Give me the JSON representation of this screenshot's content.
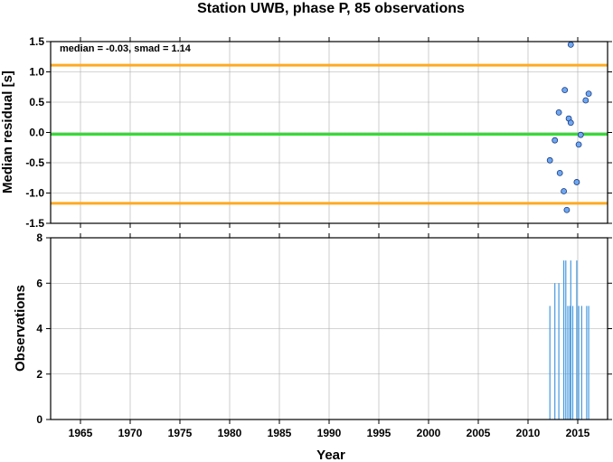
{
  "chart_data": [
    {
      "type": "scatter",
      "title": "Station UWB, phase P, 85 observations",
      "ylabel": "Median residual [s]",
      "xlim": [
        1962,
        2018
      ],
      "ylim": [
        -1.5,
        1.5
      ],
      "yticks": [
        "1.5",
        "1.0",
        "0.5",
        "0.0",
        "-0.5",
        "-1.0",
        "-1.5"
      ],
      "ytick_values": [
        1.5,
        1.0,
        0.5,
        0.0,
        -0.5,
        -1.0,
        -1.5
      ],
      "annotation": "median = -0.03, smad = 1.14",
      "grid": true,
      "reference_lines": [
        {
          "name": "median",
          "y": -0.03,
          "color": "#33dd33"
        },
        {
          "name": "upper",
          "y": 1.11,
          "color": "#ffaa22"
        },
        {
          "name": "lower",
          "y": -1.17,
          "color": "#ffaa22"
        }
      ],
      "marker_color": "#6fa8f0",
      "points": [
        {
          "x": 2012.2,
          "y": -0.46
        },
        {
          "x": 2012.7,
          "y": -0.13
        },
        {
          "x": 2013.1,
          "y": 0.33
        },
        {
          "x": 2013.2,
          "y": -0.67
        },
        {
          "x": 2013.6,
          "y": -0.97
        },
        {
          "x": 2013.7,
          "y": 0.7
        },
        {
          "x": 2013.9,
          "y": -1.28
        },
        {
          "x": 2014.1,
          "y": 0.23
        },
        {
          "x": 2014.3,
          "y": 0.16
        },
        {
          "x": 2014.3,
          "y": 1.45
        },
        {
          "x": 2014.9,
          "y": -0.82
        },
        {
          "x": 2015.1,
          "y": -0.2
        },
        {
          "x": 2015.3,
          "y": -0.04
        },
        {
          "x": 2015.8,
          "y": 0.53
        },
        {
          "x": 2016.1,
          "y": 0.64
        }
      ]
    },
    {
      "type": "bar",
      "ylabel": "Observations",
      "xlabel": "Year",
      "xlim": [
        1962,
        2018
      ],
      "ylim": [
        0,
        8
      ],
      "yticks": [
        "8",
        "6",
        "4",
        "2",
        "0"
      ],
      "ytick_values": [
        8,
        6,
        4,
        2,
        0
      ],
      "xticks": [
        "1965",
        "1970",
        "1975",
        "1980",
        "1985",
        "1990",
        "1995",
        "2000",
        "2005",
        "2010",
        "2015"
      ],
      "xtick_values": [
        1965,
        1970,
        1975,
        1980,
        1985,
        1990,
        1995,
        2000,
        2005,
        2010,
        2015
      ],
      "grid": true,
      "bar_color": "#4499e0",
      "bars": [
        {
          "x": 2012.2,
          "value": 5
        },
        {
          "x": 2012.7,
          "value": 6
        },
        {
          "x": 2013.1,
          "value": 6
        },
        {
          "x": 2013.6,
          "value": 7
        },
        {
          "x": 2013.8,
          "value": 7
        },
        {
          "x": 2014.0,
          "value": 5
        },
        {
          "x": 2014.2,
          "value": 5
        },
        {
          "x": 2014.3,
          "value": 7
        },
        {
          "x": 2014.5,
          "value": 5
        },
        {
          "x": 2014.9,
          "value": 7
        },
        {
          "x": 2015.1,
          "value": 5
        },
        {
          "x": 2015.4,
          "value": 5
        },
        {
          "x": 2015.9,
          "value": 5
        },
        {
          "x": 2016.1,
          "value": 5
        }
      ]
    }
  ]
}
